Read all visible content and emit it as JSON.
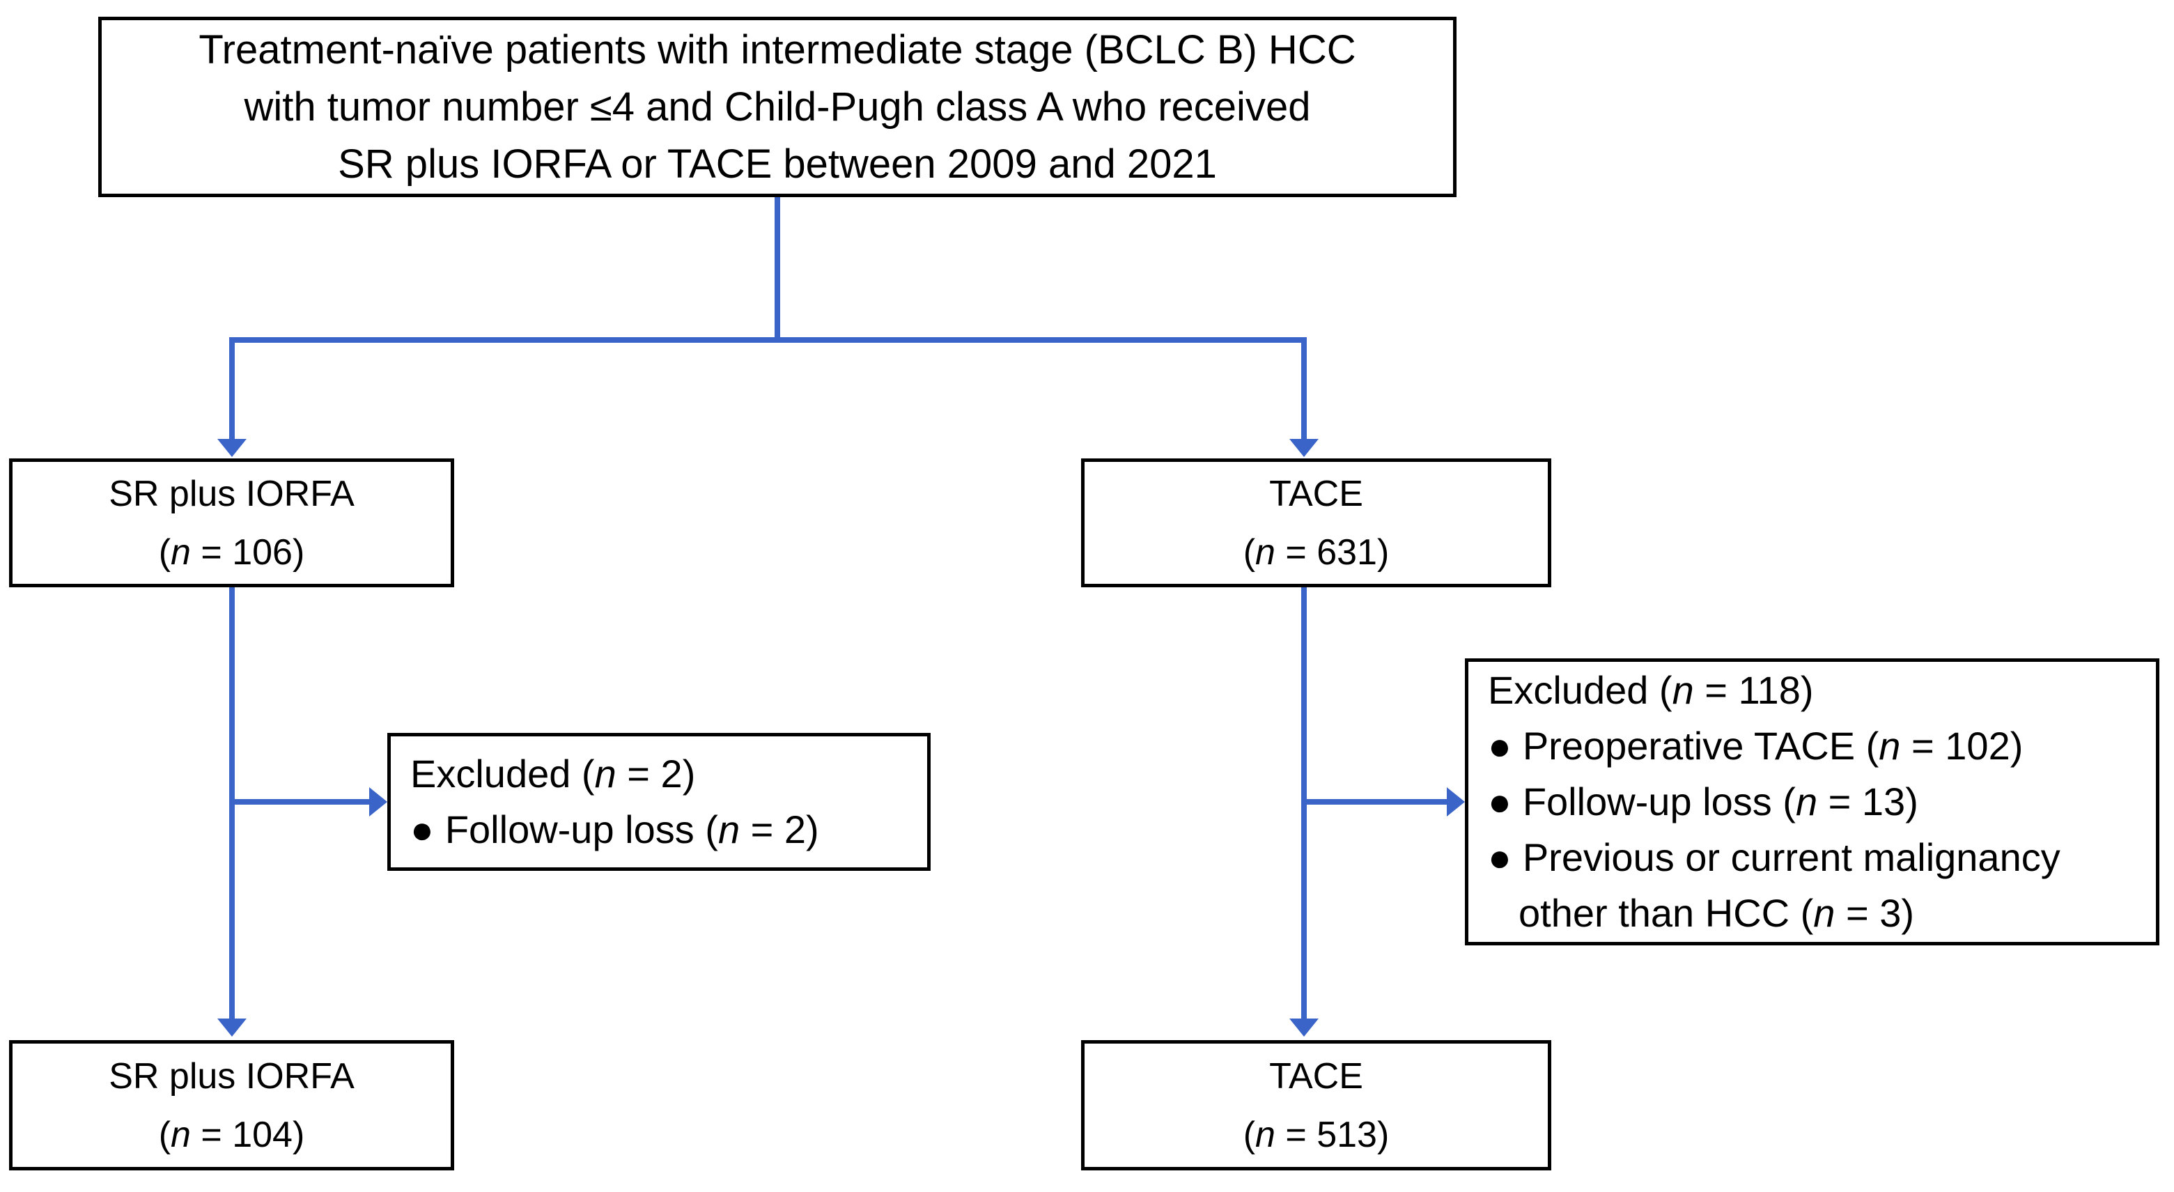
{
  "figure": {
    "colors": {
      "arrow": "#3a64c8",
      "box_border": "#000000",
      "background": "#ffffff",
      "text": "#000000"
    },
    "nodes": {
      "source": {
        "lines": [
          "Treatment-naïve patients with intermediate stage (BCLC B) HCC",
          "with tumor number ≤4 and Child-Pugh class A who received",
          "SR plus IORFA or TACE between 2009 and 2021"
        ]
      },
      "sr_initial": {
        "label": "SR plus IORFA",
        "n_open": "(",
        "n_var": "n",
        "n_rest": " = 106)"
      },
      "tace_initial": {
        "label": "TACE",
        "n_open": "(",
        "n_var": "n",
        "n_rest": " = 631)"
      },
      "sr_excluded": {
        "header_pre": "Excluded (",
        "header_n": "n",
        "header_rest": " = 2)",
        "items": [
          {
            "bullet": "●",
            "pre": "Follow-up loss (",
            "n": "n",
            "rest": " = 2)"
          }
        ]
      },
      "tace_excluded": {
        "header_pre": "Excluded (",
        "header_n": "n",
        "header_rest": " = 118)",
        "items": [
          {
            "bullet": "●",
            "pre": "Preoperative TACE (",
            "n": "n",
            "rest": " = 102)"
          },
          {
            "bullet": "●",
            "pre": "Follow-up loss (",
            "n": "n",
            "rest": " = 13)"
          },
          {
            "bullet": "●",
            "pre": "Previous or current malignancy other than HCC (",
            "n": "n",
            "rest": " = 3)"
          }
        ]
      },
      "sr_final": {
        "label": "SR plus IORFA",
        "n_open": "(",
        "n_var": "n",
        "n_rest": " = 104)"
      },
      "tace_final": {
        "label": "TACE",
        "n_open": "(",
        "n_var": "n",
        "n_rest": " = 513)"
      }
    }
  }
}
